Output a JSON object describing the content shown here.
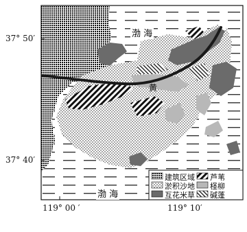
{
  "map": {
    "lat_labels": [
      "37° 50′",
      "37° 40′"
    ],
    "lon_labels": [
      "119° 00 ′",
      "119° 10′"
    ],
    "sea_labels": [
      "渤 海",
      "渤 海"
    ],
    "river_label": "黄",
    "legend": [
      {
        "key": "building",
        "label": "建筑区域"
      },
      {
        "key": "reed",
        "label": "芦苇"
      },
      {
        "key": "sand",
        "label": "淤积沙地"
      },
      {
        "key": "tamarisk",
        "label": "柽柳"
      },
      {
        "key": "spartina",
        "label": "互花米草"
      },
      {
        "key": "suaeda",
        "label": "碱蓬"
      }
    ],
    "colors": {
      "ink": "#111111",
      "water_line": "#333333",
      "spartina": "#6b6b6b",
      "tamarisk": "#b8b8b8",
      "river": "#1a1a1a"
    }
  }
}
